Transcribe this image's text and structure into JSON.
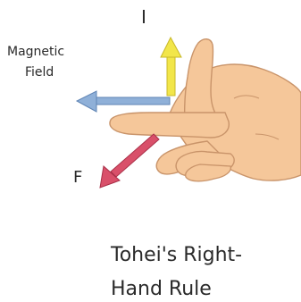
{
  "labels": {
    "current": "I",
    "field_line1": "Magnetic",
    "field_line2": "Field",
    "force": "F",
    "caption_line1": "Tohei's Right-",
    "caption_line2": "Hand Rule"
  },
  "colors": {
    "skin": "#f5c79a",
    "skin_outline": "#c9946a",
    "arrow_current": "#f2e64a",
    "arrow_field": "#8fb0d8",
    "arrow_force": "#d9506a",
    "ink": "#2a2a2a"
  }
}
